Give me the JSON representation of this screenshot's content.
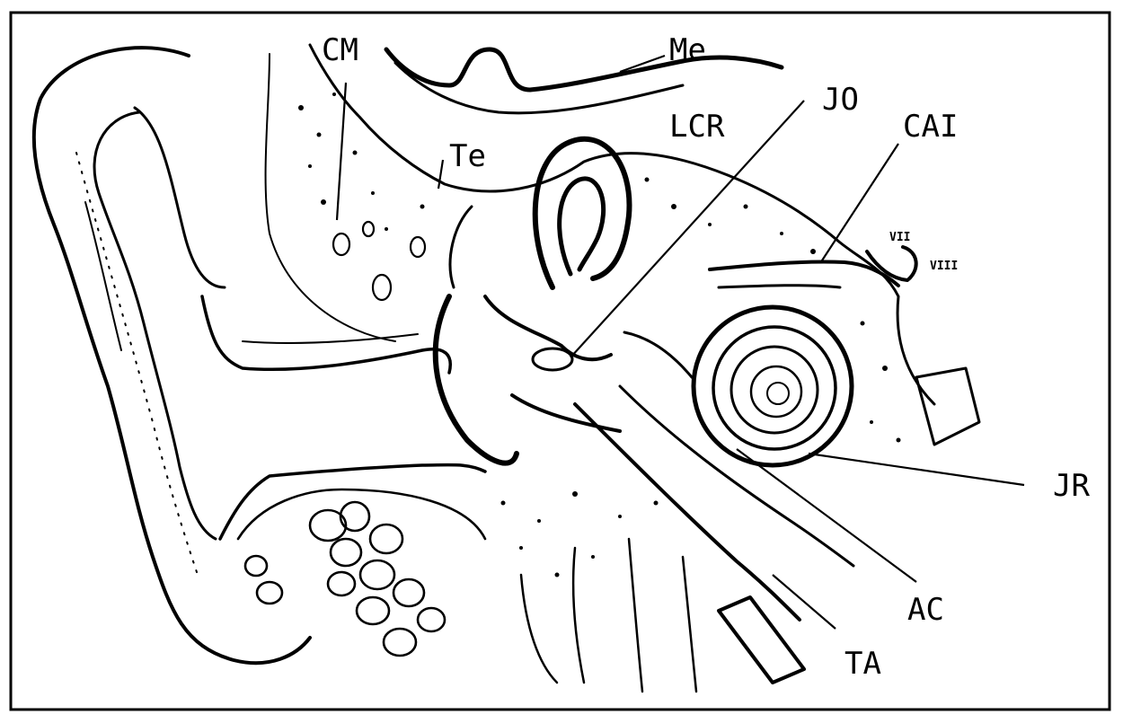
{
  "labels": {
    "cm": "CM",
    "me": "Me",
    "jo": "JO",
    "lcr": "LCR",
    "cai": "CAI",
    "te": "Te",
    "vii": "VII",
    "viii": "VIII",
    "jr": "JR",
    "ac": "AC",
    "ta": "TA"
  }
}
